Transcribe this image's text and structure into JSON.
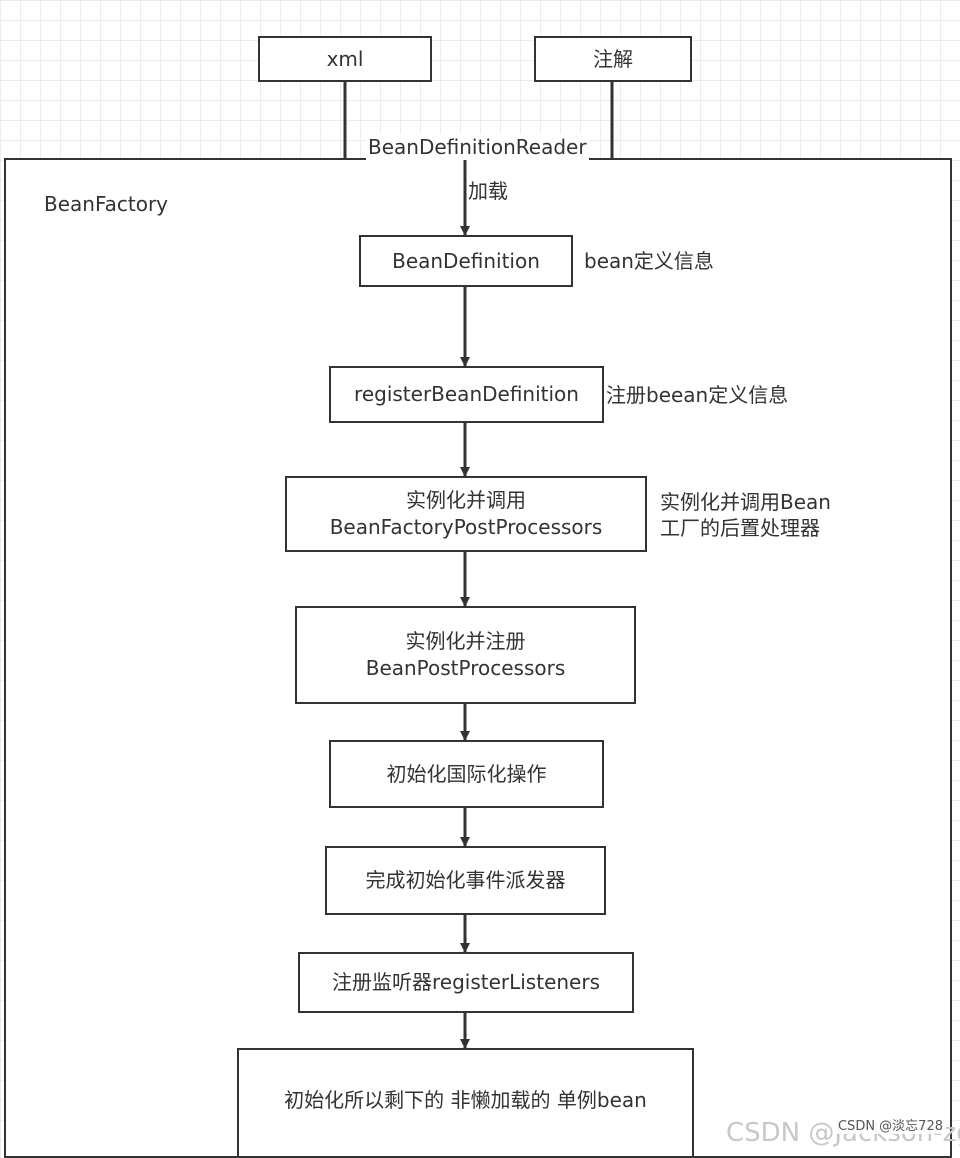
{
  "sources": {
    "xml": "xml",
    "annotation": "注解"
  },
  "reader_label": "BeanDefinitionReader",
  "container_title": "BeanFactory",
  "load_label": "加载",
  "steps": [
    {
      "lines": [
        "BeanDefinition"
      ],
      "note": [
        "bean定义信息"
      ]
    },
    {
      "lines": [
        "registerBeanDefinition"
      ],
      "note": [
        "注册beean定义信息"
      ]
    },
    {
      "lines": [
        "实例化并调用",
        "BeanFactoryPostProcessors"
      ],
      "note": [
        "实例化并调用Bean",
        "工厂的后置处理器"
      ]
    },
    {
      "lines": [
        "实例化并注册",
        "BeanPostProcessors"
      ],
      "note": []
    },
    {
      "lines": [
        "初始化国际化操作"
      ],
      "note": []
    },
    {
      "lines": [
        "完成初始化事件派发器"
      ],
      "note": []
    },
    {
      "lines": [
        "注册监听器registerListeners"
      ],
      "note": []
    },
    {
      "lines": [
        "初始化所以剩下的 非懒加载的 单例bean"
      ],
      "note": []
    }
  ],
  "watermark": "CSDN @淡忘728",
  "watermark_bg": "CSDN @Jackson-zgf"
}
